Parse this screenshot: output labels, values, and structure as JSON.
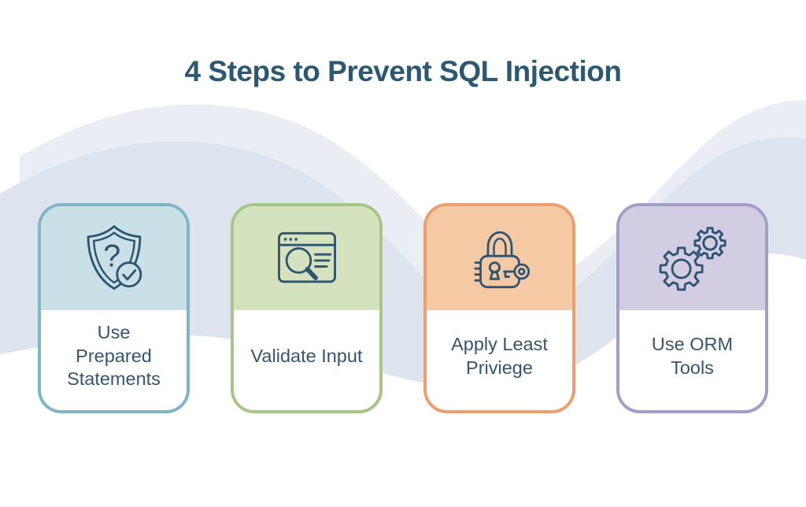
{
  "title": "4 Steps to Prevent SQL Injection",
  "steps": [
    {
      "label": "Use\nPrepared\nStatements",
      "icon": "shield-check-icon",
      "accent": "#7fb5c5",
      "fill": "#c9e1e6"
    },
    {
      "label": "Validate Input",
      "icon": "browser-search-icon",
      "accent": "#a6c687",
      "fill": "#d4e3bd"
    },
    {
      "label": "Apply Least\nPriviege",
      "icon": "padlock-key-icon",
      "accent": "#eb9e6f",
      "fill": "#f6c9a5"
    },
    {
      "label": "Use ORM\nTools",
      "icon": "gears-icon",
      "accent": "#a39dc7",
      "fill": "#d2cde2"
    }
  ],
  "colors": {
    "background": "#ffffff",
    "wave_dark": "#dde4ee",
    "wave_light": "#eaeef4",
    "title_text": "#2d5872",
    "label_text": "#33566e",
    "icon_stroke": "#2f5470"
  }
}
